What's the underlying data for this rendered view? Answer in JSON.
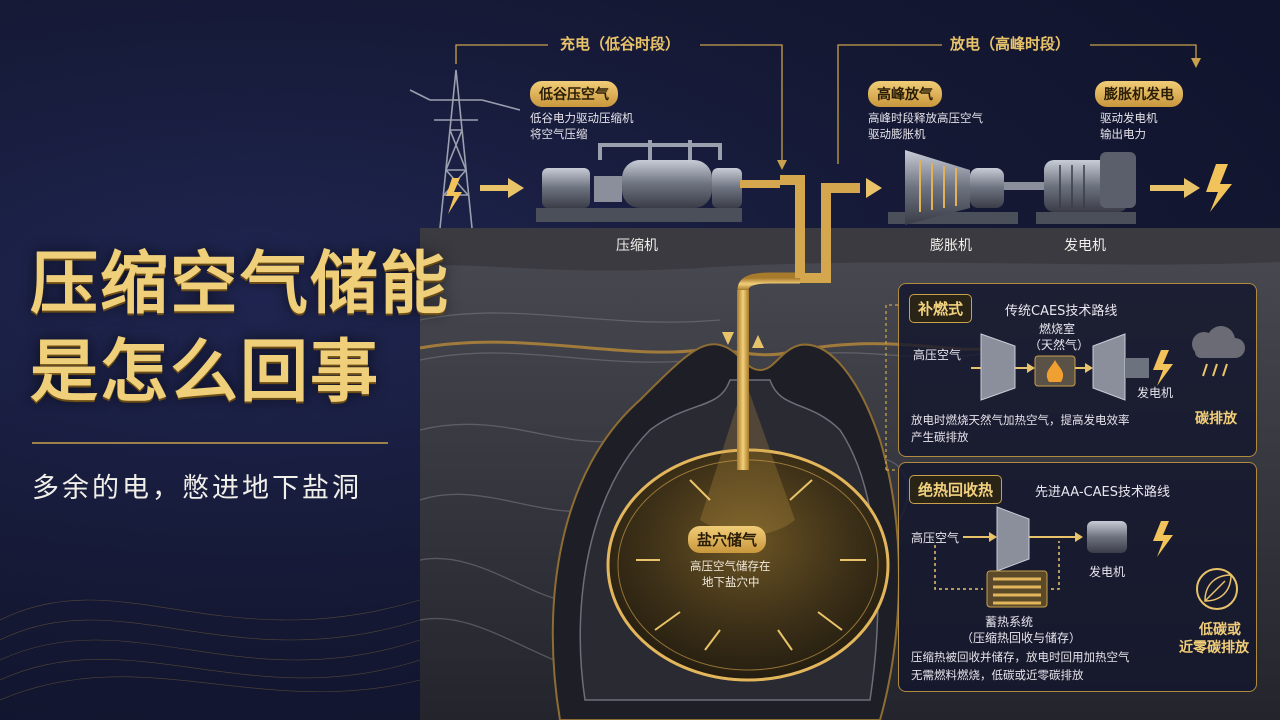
{
  "title": {
    "line1": "压缩空气储能",
    "line2": "是怎么回事"
  },
  "subtitle": "多余的电，憋进地下盐洞",
  "charge": {
    "header": "充电（低谷时段）",
    "pill": "低谷压空气",
    "desc1": "低谷电力驱动压缩机",
    "desc2": "将空气压缩",
    "machine_label": "压缩机"
  },
  "discharge": {
    "header": "放电（高峰时段）",
    "pill1": "高峰放气",
    "desc1a": "高峰时段释放高压空气",
    "desc1b": "驱动膨胀机",
    "pill2": "膨胀机发电",
    "desc2a": "驱动发电机",
    "desc2b": "输出电力",
    "expander_label": "膨胀机",
    "generator_label": "发电机"
  },
  "cavern": {
    "pill": "盐穴储气",
    "desc1": "高压空气储存在",
    "desc2": "地下盐穴中"
  },
  "card1": {
    "tag": "补燃式",
    "route": "传统CAES技术路线",
    "air": "高压空气",
    "chamber1": "燃烧室",
    "chamber2": "（天然气）",
    "gen": "发电机",
    "desc1": "放电时燃烧天然气加热空气，提高发电效率",
    "desc2": "产生碳排放",
    "badge": "碳排放"
  },
  "card2": {
    "tag": "绝热回收热",
    "route": "先进AA-CAES技术路线",
    "air": "高压空气",
    "gen": "发电机",
    "storage1": "蓄热系统",
    "storage2": "（压缩热回收与储存）",
    "desc1": "压缩热被回收并储存，放电时回用加热空气",
    "desc2": "无需燃料燃烧，低碳或近零碳排放",
    "badge1": "低碳或",
    "badge2": "近零碳排放"
  },
  "colors": {
    "gold": "#e9c36a",
    "bg": "#141833",
    "rock": "#2b2b33"
  }
}
